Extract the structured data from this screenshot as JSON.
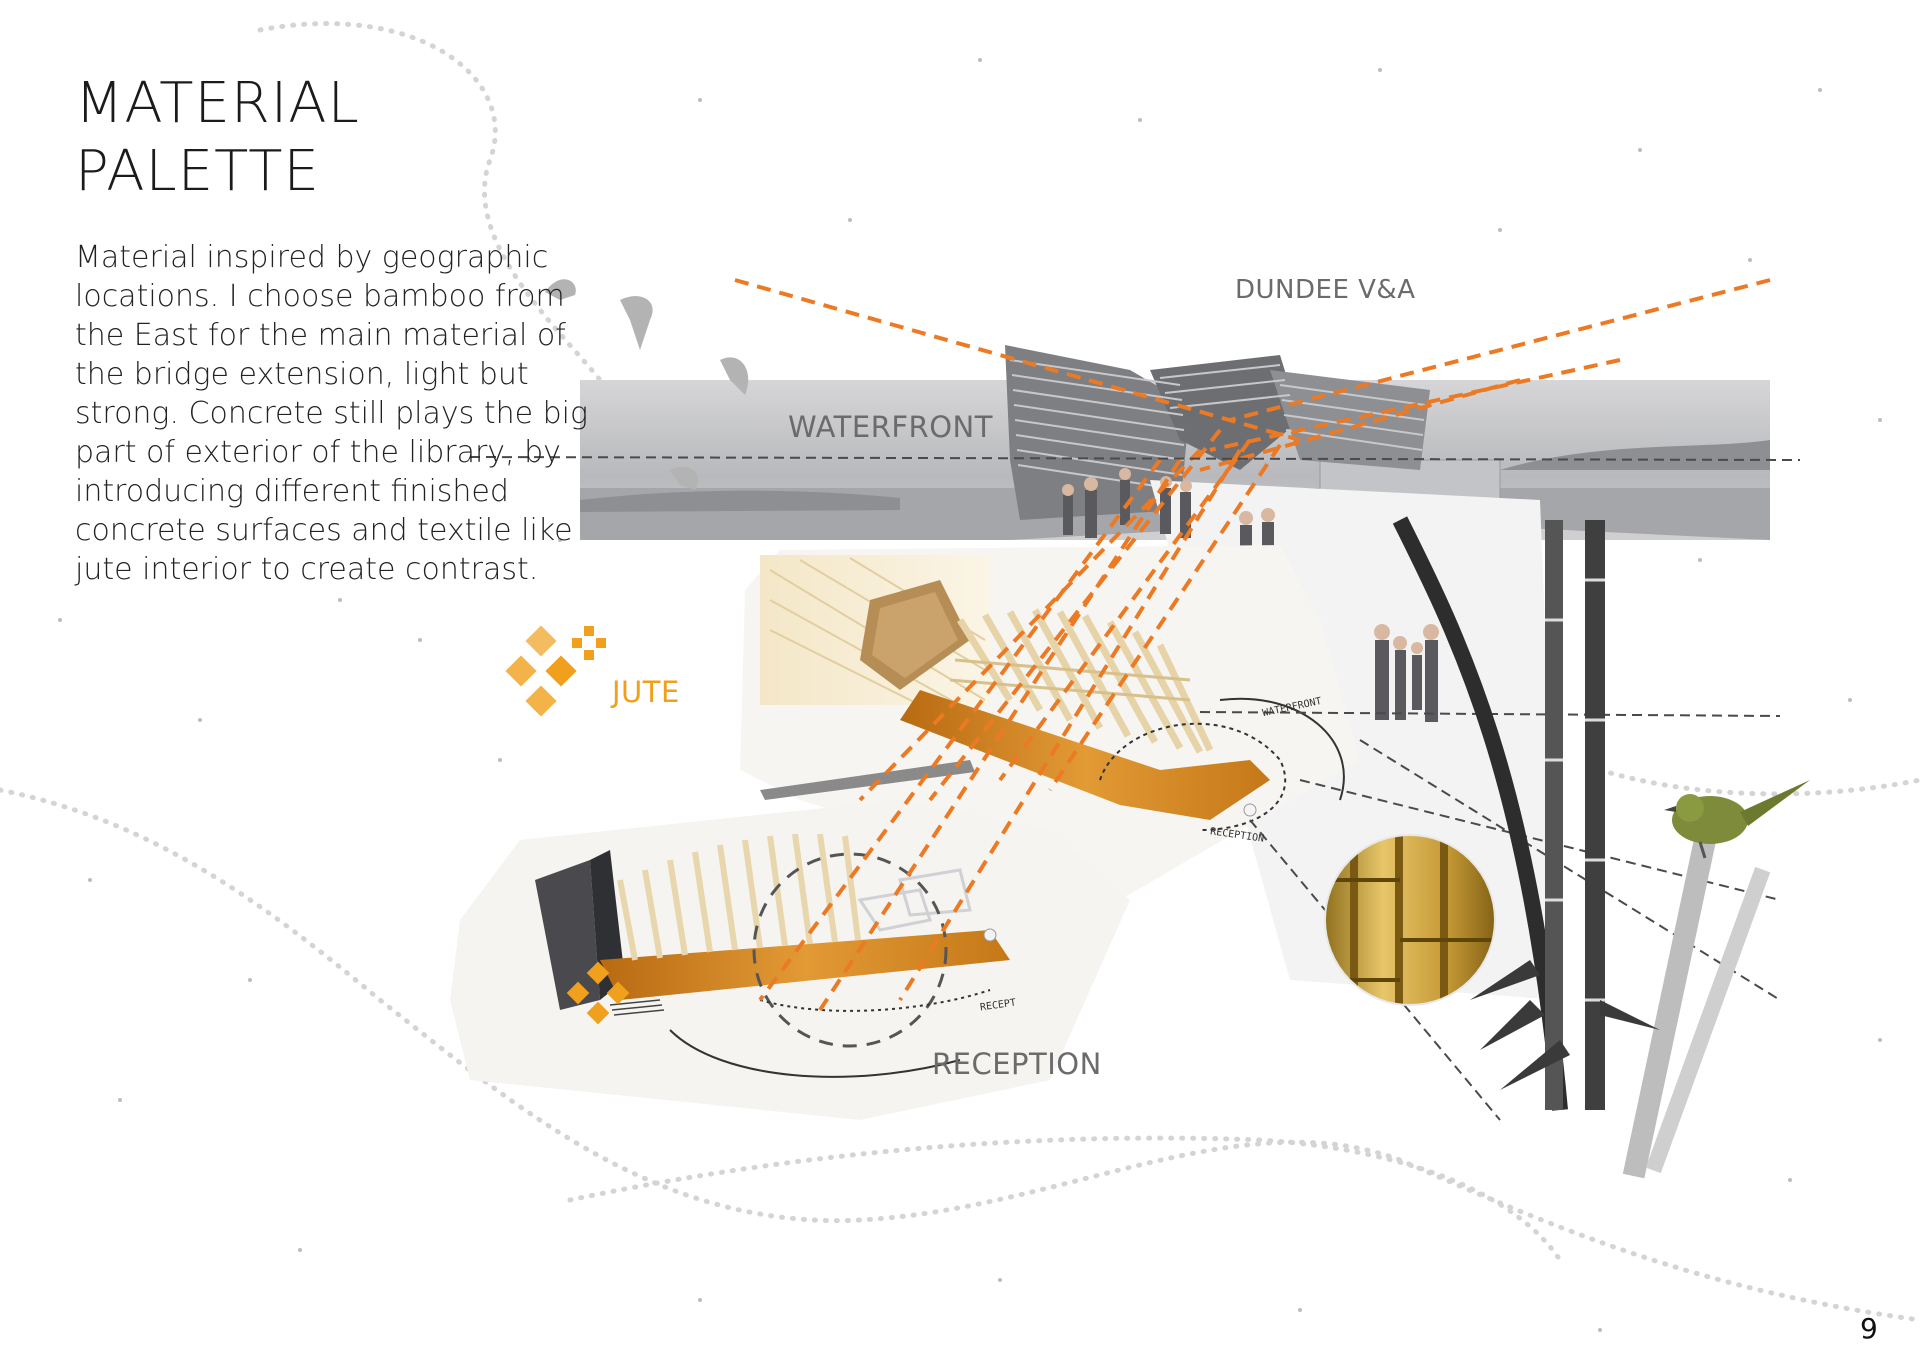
{
  "page": {
    "title_lines": [
      "MATERIAL",
      "PALETTE"
    ],
    "body": "Material inspired by geographic locations. I choose bamboo from the East for the main material of the bridge extension, light but strong. Concrete still plays the big part of exterior of the library, by introducing different finished concrete surfaces and textile like jute interior to create contrast.",
    "page_number": "9"
  },
  "labels": {
    "dundee": "DUNDEE V&A",
    "waterfront": "WATERFRONT",
    "jute": "JUTE",
    "reception": "RECEPTION"
  },
  "sketch_labels": {
    "waterfront_small": "WATERFRONT",
    "reception_small_1": "RECEPTION",
    "reception_small_2": "RECEPT"
  },
  "colors": {
    "accent_orange": "#f0a01c",
    "dashed_orange": "#ec7a24",
    "label_gray": "#6b6b6b",
    "text_dark": "#222222"
  },
  "icons": [
    "bird-icon",
    "jute-pattern-icon",
    "bamboo-icon",
    "bird-perched-icon"
  ]
}
